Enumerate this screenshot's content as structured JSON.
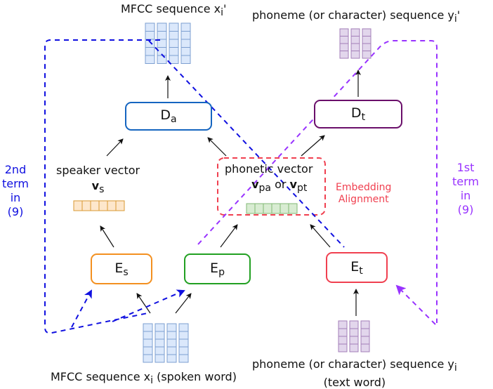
{
  "labels": {
    "mfcc_out": {
      "text": "MFCC sequence x",
      "sub": "i",
      "suffix": "'"
    },
    "phoneme_out": {
      "text": "phoneme (or character) sequence y",
      "sub": "i",
      "suffix": "'"
    },
    "speaker_vector": {
      "text": "speaker vector",
      "symbol": "v",
      "sub": "s"
    },
    "phonetic_vector": {
      "text": "phonetic vector",
      "symbol_a": "v",
      "sub_a": "pa",
      "or": "or",
      "symbol_t": "v",
      "sub_t": "pt"
    },
    "embedding_alignment": {
      "line1": "Embedding",
      "line2": "Alignment"
    },
    "mfcc_in": {
      "text": "MFCC sequence x",
      "sub": "i",
      "suffix": " (spoken word)"
    },
    "phoneme_in": {
      "text": "phoneme (or character) sequence y",
      "sub": "i",
      "line2": "(text word)"
    },
    "second_term": [
      "2nd",
      "term",
      "in",
      "(9)"
    ],
    "first_term": [
      "1st",
      "term",
      "in",
      "(9)"
    ]
  },
  "blocks": {
    "Da": {
      "main": "D",
      "sub": "a"
    },
    "Dt": {
      "main": "D",
      "sub": "t"
    },
    "Es": {
      "main": "E",
      "sub": "s"
    },
    "Ep": {
      "main": "E",
      "sub": "p"
    },
    "Et": {
      "main": "E",
      "sub": "t"
    }
  },
  "colors": {
    "Da": "#1565c0",
    "Dt": "#6a0f6a",
    "Es": "#f39020",
    "Ep": "#22a022",
    "Et": "#f04050",
    "blue_dash": "#1010e0",
    "purple_dash": "#9933ff",
    "red_dash": "#f04050",
    "mfcc_fill": "#dbe8fb",
    "mfcc_stroke": "#7d9fd0",
    "phon_fill": "#e2d6ec",
    "phon_stroke": "#a37fb8",
    "speaker_fill": "#fde7cc",
    "speaker_stroke": "#d99a33",
    "phonetic_fill": "#d8ecd2",
    "phonetic_stroke": "#82b874"
  }
}
